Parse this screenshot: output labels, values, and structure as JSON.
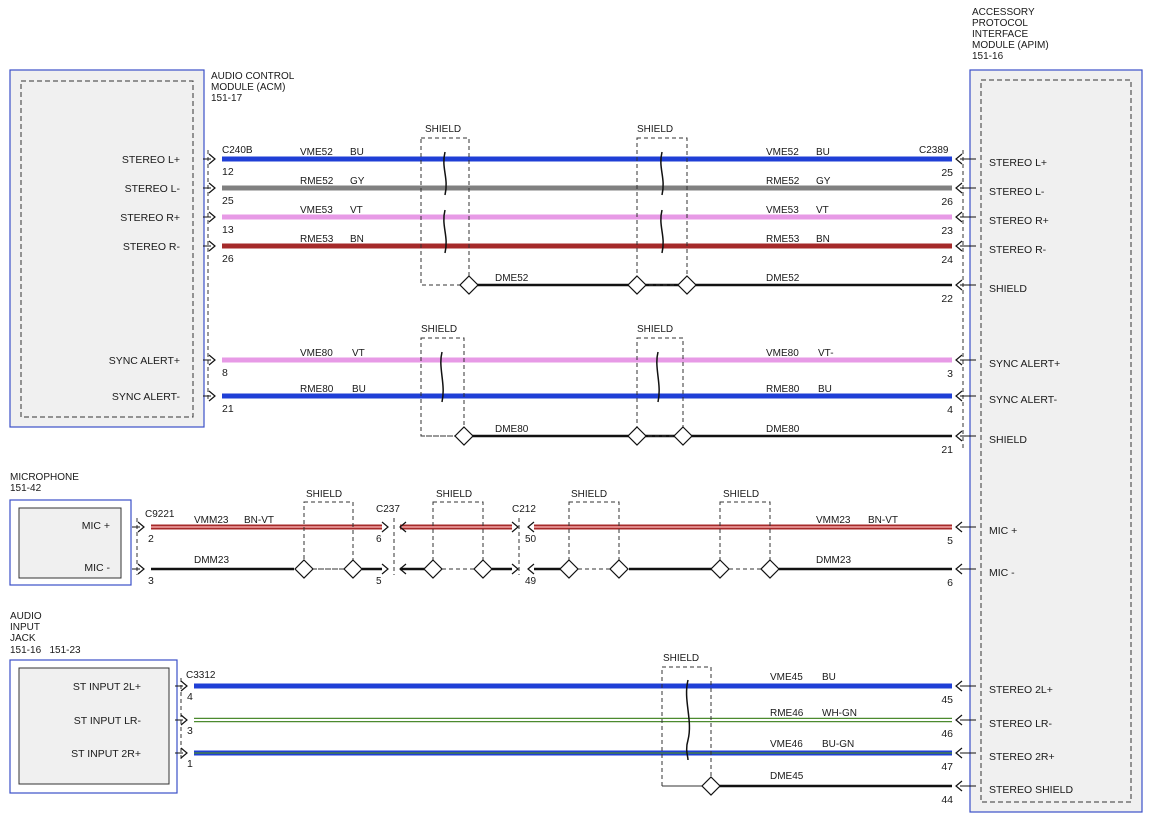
{
  "modules": {
    "acm": {
      "title1": "AUDIO CONTROL",
      "title2": "MODULE (ACM)",
      "ref": "151-17"
    },
    "apim": {
      "title1": "ACCESSORY",
      "title2": "PROTOCOL",
      "title3": "INTERFACE",
      "title4": "MODULE (APIM)",
      "ref": "151-16"
    },
    "mic": {
      "title": "MICROPHONE",
      "ref": "151-42"
    },
    "jack": {
      "title1": "AUDIO",
      "title2": "INPUT",
      "title3": "JACK",
      "ref": "151-16   151-23"
    }
  },
  "shield_label": "SHIELD",
  "connectors": {
    "c240b": "C240B",
    "c2389": "C2389",
    "c9221": "C9221",
    "c237": "C237",
    "c212": "C212",
    "c3312": "C3312"
  },
  "acm_pins": [
    {
      "label": "STEREO L+",
      "pin": "12"
    },
    {
      "label": "STEREO L-",
      "pin": "25"
    },
    {
      "label": "STEREO R+",
      "pin": "13"
    },
    {
      "label": "STEREO R-",
      "pin": "26"
    },
    {
      "label": "SYNC ALERT+",
      "pin": "8"
    },
    {
      "label": "SYNC ALERT-",
      "pin": "21"
    }
  ],
  "apim_pins": [
    {
      "label": "STEREO L+",
      "pin": "25"
    },
    {
      "label": "STEREO L-",
      "pin": "26"
    },
    {
      "label": "STEREO R+",
      "pin": "23"
    },
    {
      "label": "STEREO R-",
      "pin": "24"
    },
    {
      "label": "SHIELD",
      "pin": "22"
    },
    {
      "label": "SYNC ALERT+",
      "pin": "3"
    },
    {
      "label": "SYNC ALERT-",
      "pin": "4"
    },
    {
      "label": "SHIELD",
      "pin": "21"
    },
    {
      "label": "MIC +",
      "pin": "5"
    },
    {
      "label": "MIC -",
      "pin": "6"
    },
    {
      "label": "STEREO 2L+",
      "pin": "45"
    },
    {
      "label": "STEREO LR-",
      "pin": "46"
    },
    {
      "label": "STEREO 2R+",
      "pin": "47"
    },
    {
      "label": "STEREO SHIELD",
      "pin": "44"
    }
  ],
  "mic_pins": [
    {
      "label": "MIC +",
      "pin": "2"
    },
    {
      "label": "MIC -",
      "pin": "3"
    }
  ],
  "mic_mid_pins": {
    "c237_a": "6",
    "c237_b": "5",
    "c212_a": "50",
    "c212_b": "49"
  },
  "jack_pins": [
    {
      "label": "ST INPUT 2L+",
      "pin": "4"
    },
    {
      "label": "ST INPUT LR-",
      "pin": "3"
    },
    {
      "label": "ST INPUT 2R+",
      "pin": "1"
    }
  ],
  "circuits": {
    "vme52": "VME52",
    "rme52": "RME52",
    "vme53": "VME53",
    "rme53": "RME53",
    "dme52": "DME52",
    "vme80": "VME80",
    "rme80": "RME80",
    "dme80": "DME80",
    "vmm23": "VMM23",
    "dmm23": "DMM23",
    "vme45": "VME45",
    "rme46": "RME46",
    "vme46": "VME46",
    "dme45": "DME45"
  },
  "colors": {
    "bu": "BU",
    "gy": "GY",
    "vt": "VT",
    "vt_r": "VT-",
    "bn": "BN",
    "bnvt": "BN-VT",
    "whgn": "WH-GN",
    "bugn": "BU-GN"
  },
  "wire_colors": {
    "blue": "#1f3fd6",
    "gray": "#808080",
    "violet": "#e79ae6",
    "brown": "#a52a2a",
    "pink_core": "#f4a6a6",
    "white": "#ffffff",
    "green": "#4c8a2f",
    "black": "#111111",
    "module_border": "#3b4fc9"
  }
}
